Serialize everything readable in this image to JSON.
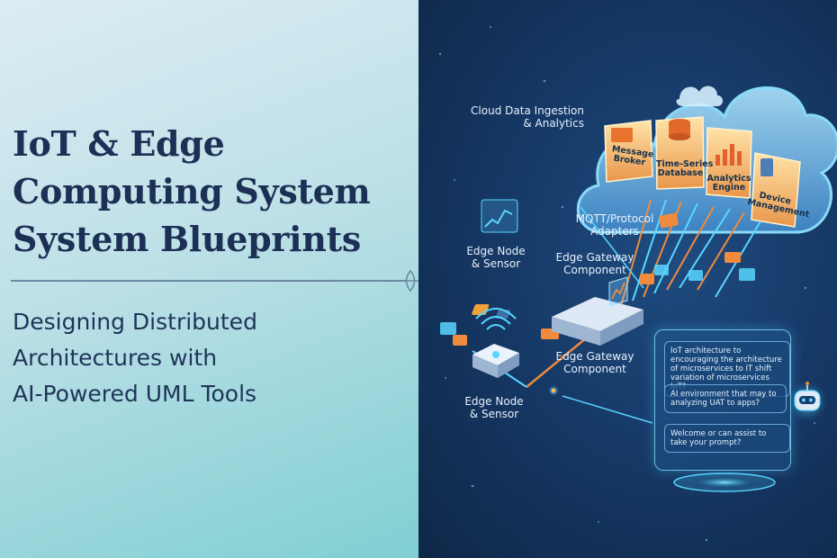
{
  "hero": {
    "title_lines": [
      "IoT & Edge",
      "Computing System",
      "System Blueprints"
    ],
    "subtitle_lines": [
      "Designing Distributed",
      "Architectures with",
      "AI-Powered UML Tools"
    ]
  },
  "diagram": {
    "cloud_label": [
      "Cloud Data Ingestion",
      "& Analytics"
    ],
    "cloud_modules": [
      {
        "label": [
          "Message",
          "Broker"
        ],
        "icon": "envelope-icon"
      },
      {
        "label": [
          "Time-Series",
          "Database"
        ],
        "icon": "database-icon"
      },
      {
        "label": [
          "Analytics",
          "Engine"
        ],
        "icon": "chart-icon"
      },
      {
        "label": [
          "Device",
          "Management"
        ],
        "icon": "server-icon"
      }
    ],
    "protocol_label": [
      "MQTT/Protocol",
      "Adapters"
    ],
    "edge_node_top_label": [
      "Edge Node",
      "& Sensor"
    ],
    "edge_gateway_top_label": [
      "Edge Gateway",
      "Component"
    ],
    "edge_gateway_bottom_label": [
      "Edge Gateway",
      "Component"
    ],
    "edge_node_bottom_label": [
      "Edge Node",
      "& Sensor"
    ],
    "chat": {
      "messages": [
        "IoT architecture to encouraging the architecture of microservices to IT shift variation of microservices IoT?",
        "AI environment that may to analyzing UAT to apps?",
        "Welcome or can assist to take your prompt?"
      ]
    },
    "colors": {
      "accent": "#f08a3c",
      "glow": "#58d6ff",
      "cloud": "#7fc4ea",
      "module": "#f5b35a"
    }
  }
}
